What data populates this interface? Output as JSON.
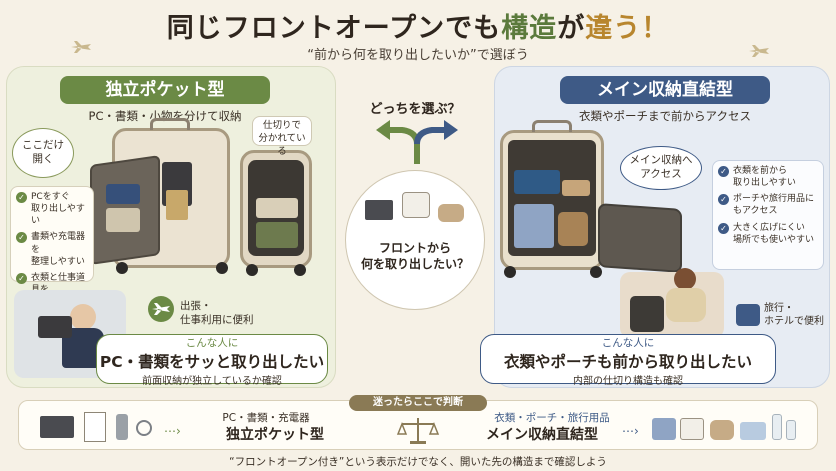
{
  "title": {
    "part1": "同じフロントオープンでも",
    "part2": "構造",
    "part3": "が",
    "part4": "違う",
    "part5": "！"
  },
  "subtitle": "“前から何を取り出したいか”で選ぼう",
  "left": {
    "tag": "独立ポケット型",
    "desc": "PC・書類・小物を分けて収納",
    "bubble": "ここだけ\n開く",
    "divider_note": "仕切りで\n分かれている",
    "features": [
      "PCをすぐ\n取り出しやすい",
      "書類や充電器を\n整理しやすい",
      "衣類と仕事道具を\n分けやすい"
    ],
    "use": "出張・\n仕事利用に便利",
    "persona_lead": "こんな人に",
    "persona_main": "PC・書類をサッと取り出したい",
    "persona_small": "前面収納が独立しているか確認"
  },
  "center": {
    "question": "どっちを選ぶ？",
    "circle_text": "フロントから\n何を取り出したい？"
  },
  "right": {
    "tag": "メイン収納直結型",
    "desc": "衣類やポーチまで前からアクセス",
    "bubble": "メイン収納へ\nアクセス",
    "features": [
      "衣類を前から\n取り出しやすい",
      "ポーチや旅行用品に\nもアクセス",
      "大きく広げにくい\n場所でも使いやすい"
    ],
    "use": "旅行・\nホテルで便利",
    "persona_lead": "こんな人に",
    "persona_main": "衣類やポーチも前から取り出したい",
    "persona_small": "内部の仕切り構造も確認"
  },
  "bottom": {
    "tag": "迷ったらここで判断",
    "left_items": "PC・書類・充電器",
    "left_result": "独立ポケット型",
    "right_items": "衣類・ポーチ・旅行用品",
    "right_result": "メイン収納直結型"
  },
  "footer": "“フロントオープン付き”という表示だけでなく、開いた先の構造まで確認しよう",
  "colors": {
    "green": "#6b8a45",
    "blue": "#3e5a86",
    "beige": "#f6f1e6"
  }
}
